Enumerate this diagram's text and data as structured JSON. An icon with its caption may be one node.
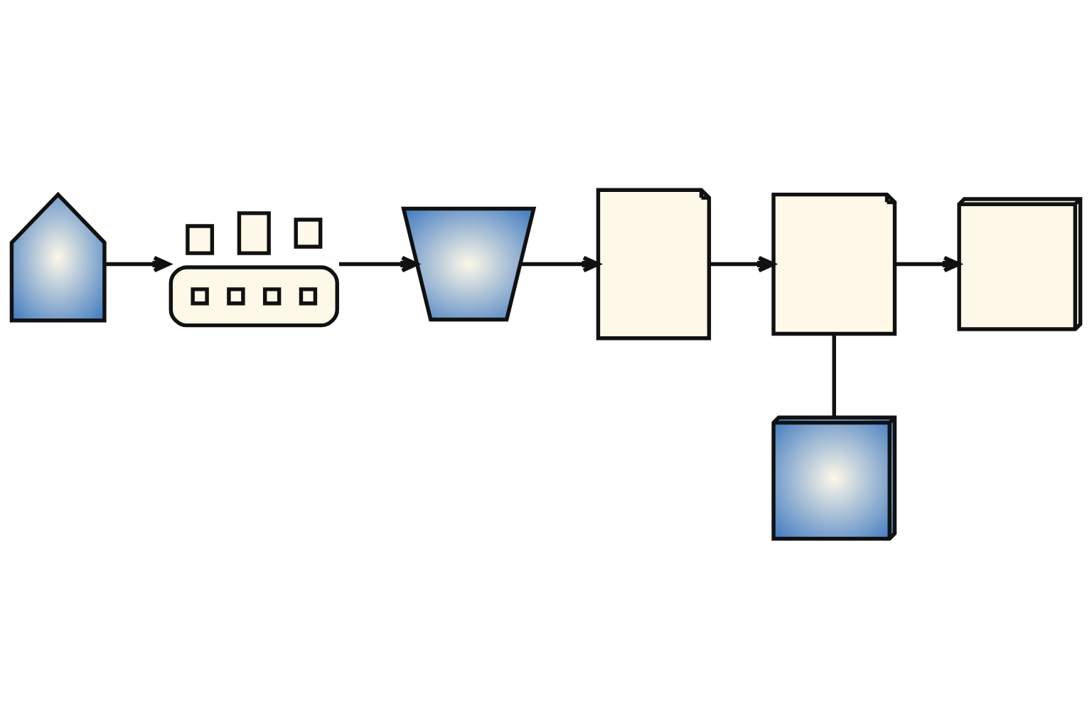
{
  "diagram": {
    "nodes": [
      {
        "text": [],
        "shape": "picture"
      },
      {
        "text": [],
        "shape": "picture"
      },
      {
        "text": [],
        "shape": "picture"
      },
      {
        "text": [],
        "shape": "picture"
      },
      {
        "text": [],
        "shape": "picture"
      },
      {
        "text": [],
        "shape": "picture"
      },
      {
        "text": [],
        "shape": "picture"
      }
    ],
    "edges": [
      {
        "from": 0,
        "to": 1,
        "arrow": "to"
      },
      {
        "from": 1,
        "to": 2,
        "arrow": "to"
      },
      {
        "from": 2,
        "to": 3,
        "arrow": "to"
      },
      {
        "from": 3,
        "to": 4,
        "arrow": "to"
      },
      {
        "from": 4,
        "to": 5,
        "arrow": "to"
      },
      {
        "from": 4,
        "to": 6,
        "arrow": "none"
      }
    ]
  }
}
